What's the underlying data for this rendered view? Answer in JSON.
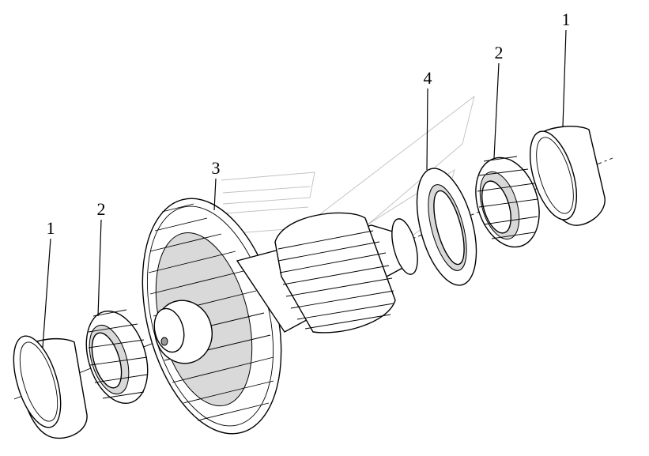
{
  "diagram": {
    "type": "exploded-assembly",
    "callouts": [
      {
        "id": "c1-left",
        "label": "1",
        "part": "bearing-cup"
      },
      {
        "id": "c2-left",
        "label": "2",
        "part": "tapered-roller-cone"
      },
      {
        "id": "c3",
        "label": "3",
        "part": "gear-shaft"
      },
      {
        "id": "c4",
        "label": "4",
        "part": "thrust-washer"
      },
      {
        "id": "c2-right",
        "label": "2",
        "part": "tapered-roller-cone"
      },
      {
        "id": "c1-right",
        "label": "1",
        "part": "bearing-cup"
      }
    ]
  }
}
